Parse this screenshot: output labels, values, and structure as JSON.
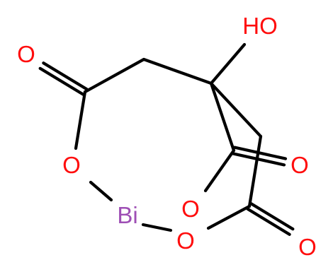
{
  "molecule": {
    "colors": {
      "oxygen": "#ff0d0d",
      "bismuth": "#9e4fb5",
      "bond": "#000000"
    },
    "atoms": [
      {
        "id": "oh",
        "label": "HO",
        "element": "oxygen"
      },
      {
        "id": "o1",
        "label": "O",
        "element": "oxygen"
      },
      {
        "id": "o2",
        "label": "O",
        "element": "oxygen"
      },
      {
        "id": "o3",
        "label": "O",
        "element": "oxygen"
      },
      {
        "id": "o4",
        "label": "O",
        "element": "oxygen"
      },
      {
        "id": "o5",
        "label": "O",
        "element": "oxygen"
      },
      {
        "id": "o6",
        "label": "O",
        "element": "oxygen"
      },
      {
        "id": "bi",
        "label": "Bi",
        "element": "bismuth"
      }
    ]
  }
}
